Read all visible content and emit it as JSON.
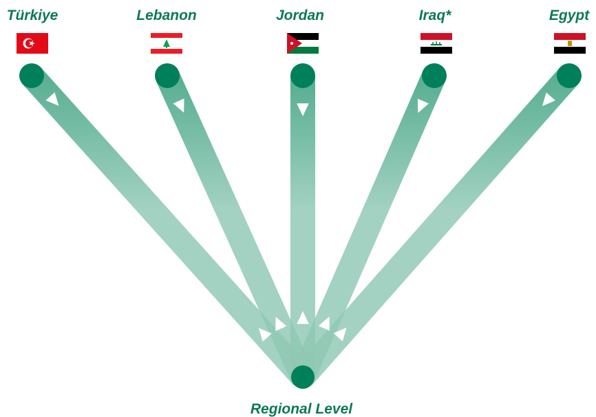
{
  "diagram": {
    "colors": {
      "node": "#00805a",
      "flow": "#3da583",
      "flow_light": "#8fc8b4",
      "label": "#0b7a52",
      "arrow": "#ffffff"
    },
    "hub": {
      "label": "Regional Level"
    },
    "countries": [
      {
        "id": "turkiye",
        "name": "Türkiye",
        "flag": "turkiye-flag"
      },
      {
        "id": "lebanon",
        "name": "Lebanon",
        "flag": "lebanon-flag"
      },
      {
        "id": "jordan",
        "name": "Jordan",
        "flag": "jordan-flag"
      },
      {
        "id": "iraq",
        "name": "Iraq*",
        "flag": "iraq-flag"
      },
      {
        "id": "egypt",
        "name": "Egypt",
        "flag": "egypt-flag"
      }
    ]
  }
}
